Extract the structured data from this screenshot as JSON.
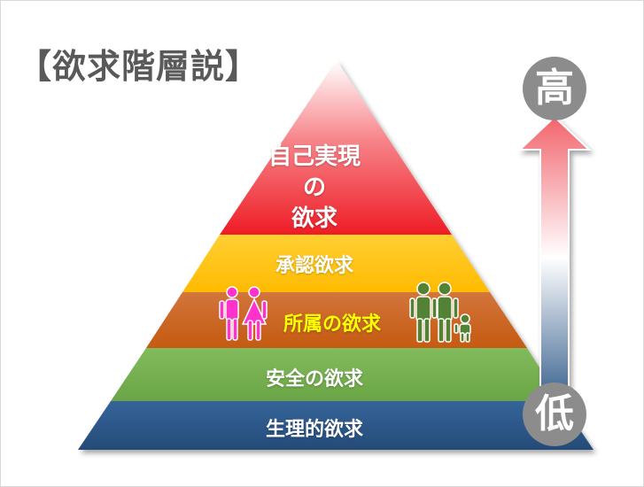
{
  "title": "【欲求階層説】",
  "pyramid": {
    "levels": [
      {
        "lines": [
          "自己実現",
          "の",
          "欲求"
        ],
        "color": "#ee1c25"
      },
      {
        "label": "承認欲求",
        "color": "#ffc000"
      },
      {
        "label": "所属の欲求",
        "color": "#c55a11",
        "label_color": "#ffff00"
      },
      {
        "label": "安全の欲求",
        "color": "#70ad47"
      },
      {
        "label": "生理的欲求",
        "color": "#2e5888"
      }
    ]
  },
  "scale": {
    "high_label": "高",
    "low_label": "低"
  },
  "icons": [
    "couple-icon",
    "family-icon"
  ]
}
